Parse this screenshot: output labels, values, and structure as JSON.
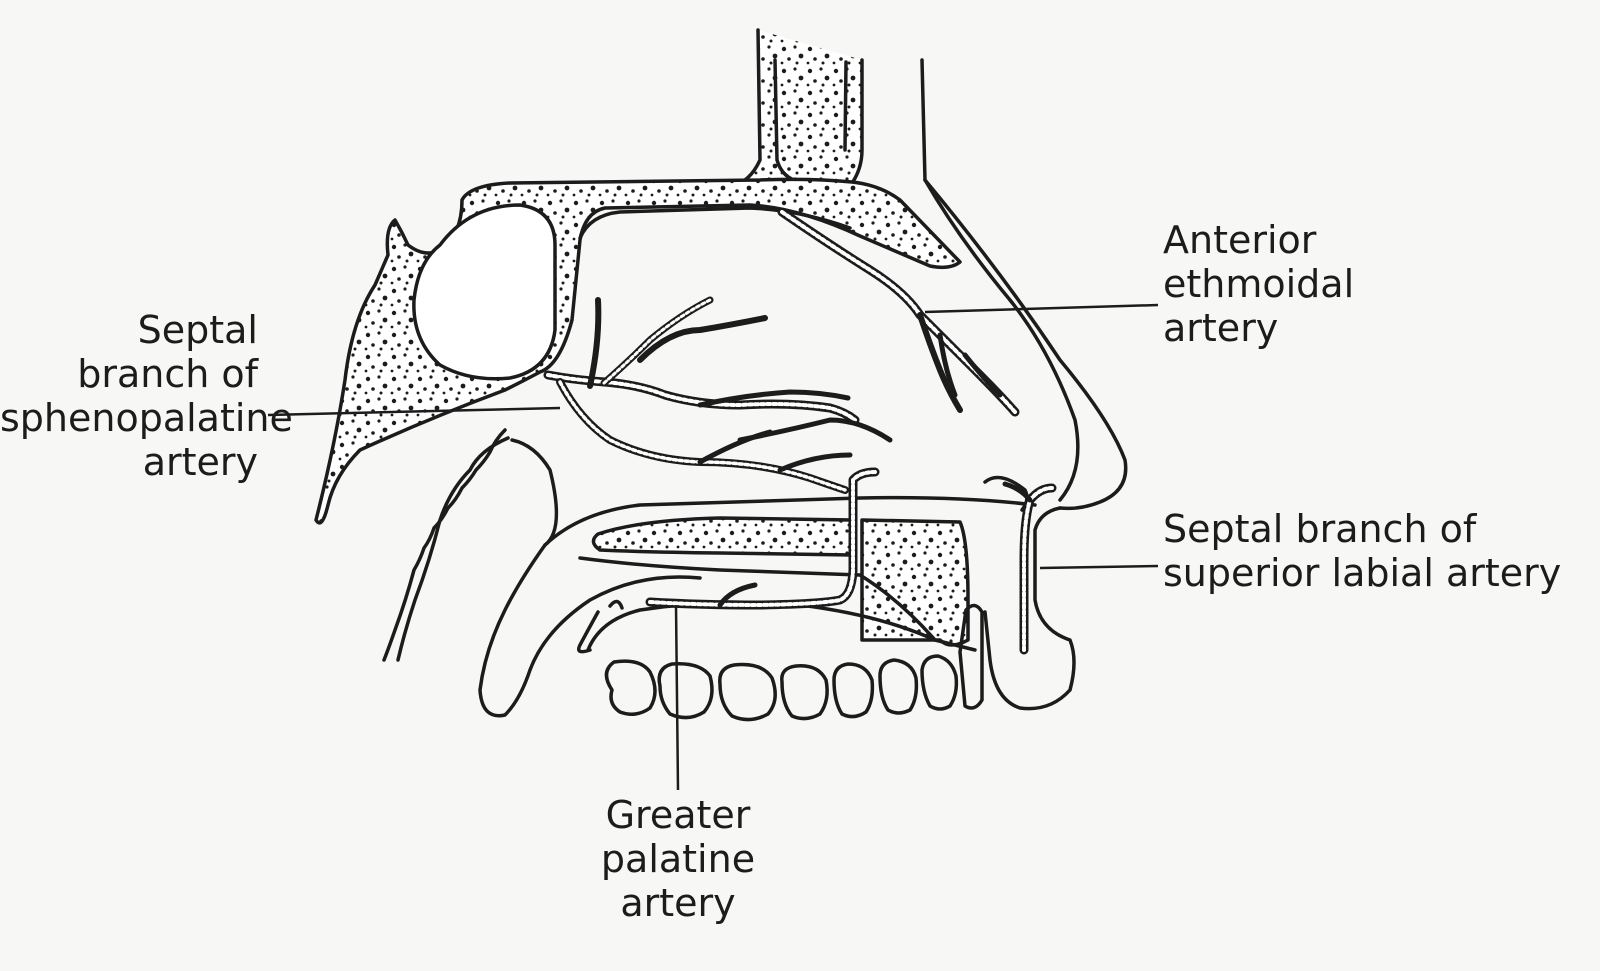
{
  "labels": {
    "septal_sphenopalatine": [
      "Septal",
      "branch of",
      "sphenopalatine",
      "artery"
    ],
    "anterior_ethmoidal": [
      "Anterior",
      "ethmoidal",
      "artery"
    ],
    "septal_superior_labial": [
      "Septal branch of",
      "superior labial artery"
    ],
    "greater_palatine": [
      "Greater",
      "palatine",
      "artery"
    ]
  },
  "colors": {
    "background": "#f7f7f5",
    "ink": "#1c1c1c",
    "bone_fill": "#ffffff"
  }
}
